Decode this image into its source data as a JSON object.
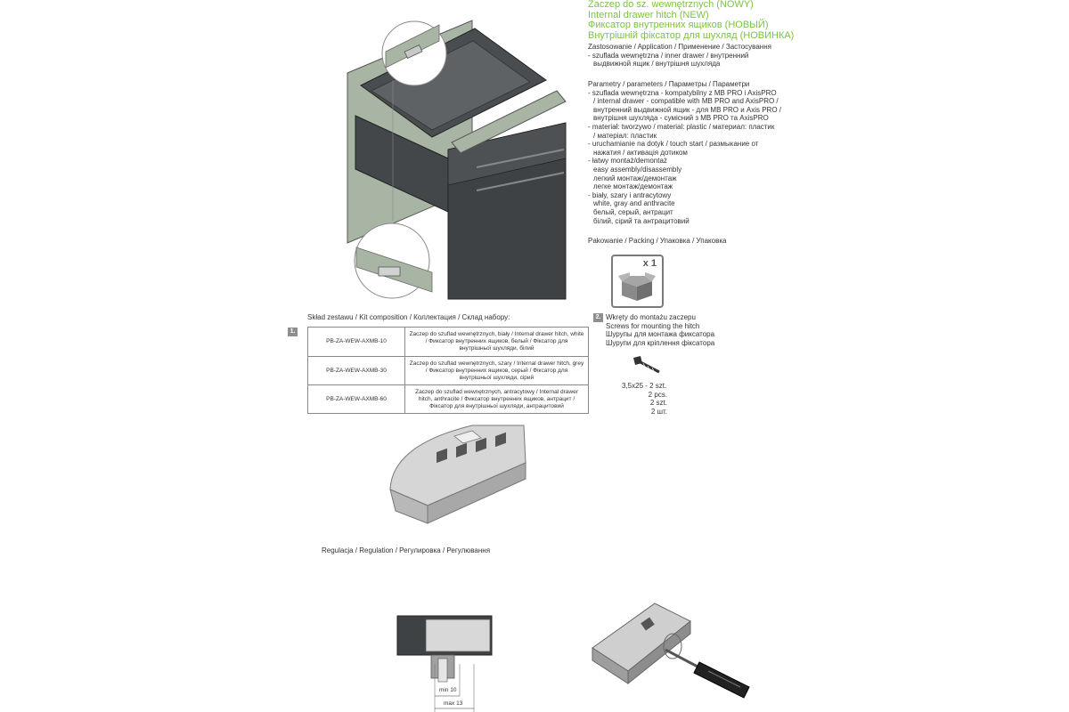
{
  "title_lines": [
    "Zaczep do sz. wewnętrznych (NOWY)",
    "Internal drawer hitch (NEW)",
    "Фиксатор внутренних ящиков (НОВЫЙ)",
    "Внутрішній фіксатор для шухляд (НОВИНКА)"
  ],
  "application": {
    "heading": "Zastosowanie / Application / Применение / Застосування",
    "lines": [
      "- szuflada wewnętrzna / inner drawer / внутренний",
      "  выдвижной ящик / внутрішня шухляда"
    ]
  },
  "parameters": {
    "heading": "Parametry / parameters / Параметры / Параметри",
    "lines": [
      "- szuflada wewnętrzna - kompatybilny z MB PRO i AxisPRO",
      "  / internal drawer - compatible with MB PRO and AxisPRO /",
      "  внутренний выдвижной ящик - для MB PRO и Axis PRO /",
      "  внутрішня шухляда - сумісний з MB PRO та AxisPRO",
      "- materiał: tworzywo / material: plastic / материал: пластик",
      "  / матеріал: пластик",
      "- uruchamianie na dotyk / touch start / размыкание от",
      "  нажатия / активація дотиком",
      "- łatwy montaż/demontaż",
      "  easy assembly/disassembly",
      "  легкий монтаж/демонтаж",
      "  легке монтаж/демонтаж",
      "- biały, szary i antracytowy",
      "  white, gray and anthracite",
      "  белый, серый, антрацит",
      "  білий, сірий та антрацитовий"
    ]
  },
  "packing": {
    "heading": "Pakowanie / Packing / Упаковка / Упаковка",
    "qty": "x 1"
  },
  "kit": {
    "heading": "Skład zestawu / Kit composition / Коллектация / Склад набору:",
    "number": "1.",
    "rows": [
      {
        "code": "PB-ZA-WEW-AXMB-10",
        "desc": "Zaczep do szuflad wewnętrznych, biały / Internal drawer hitch, white / Фиксатор внутренних ящиков, белый / Фіксатор для внутрішньої шухляди, білий"
      },
      {
        "code": "PB-ZA-WEW-AXMB-30",
        "desc": "Zaczep do szuflad wewnętrznych, szary / Internal drawer hitch, grey / Фиксатор внутренних ящиков, серый / Фіксатор для внутрішньої шухляди, сірий"
      },
      {
        "code": "PB-ZA-WEW-AXMB-60",
        "desc": "Zaczep do szuflad wewnętrznych, antracytowy / Internal drawer hitch, anthracite / Фиксатор внутренних ящиков, антрацит / Фіксатор для внутрішньої шухляди, антрацитовий"
      }
    ]
  },
  "screws": {
    "number": "2.",
    "lines": [
      "Wkręty do montażu zaczepu",
      "Screws for mounting the hitch",
      "Шурупы для монтажа фиксатора",
      "Шурупи для кріплення фіксатора"
    ],
    "size": "3,5x25 - 2 szt.",
    "qty_lines": [
      "2 pcs.",
      "2 szt.",
      "2 шт."
    ]
  },
  "regulation": {
    "heading": "Regulacja / Regulation / Регулировка / Регулювання",
    "min_label": "min 10",
    "max_label": "max 13"
  },
  "colors": {
    "accent": "#7cc243",
    "cabinet": "#3f4244",
    "panel": "#a9b5a4"
  }
}
